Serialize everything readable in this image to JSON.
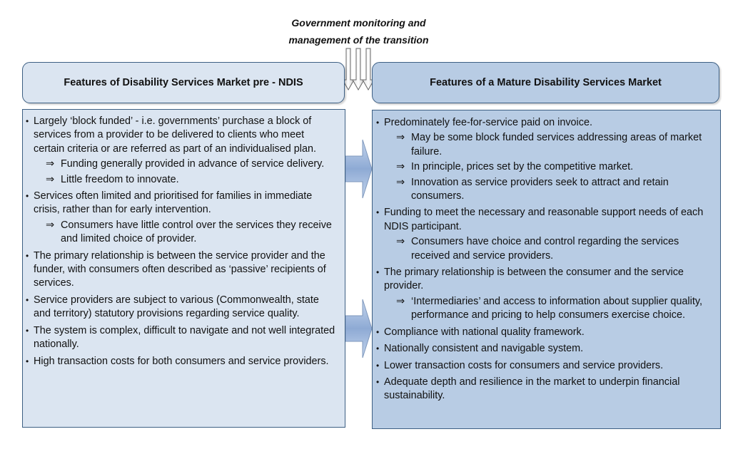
{
  "top": {
    "line1": "Government monitoring and",
    "line2": "management of the transition"
  },
  "left": {
    "title": "Features of Disability Services Market pre - NDIS",
    "items": [
      {
        "text": "Largely ‘block funded’ - i.e. governments’ purchase a block of services from a provider to be delivered to clients who meet certain criteria or are referred as part of an individualised plan.",
        "subs": [
          "Funding generally provided in advance of service delivery.",
          "Little freedom to innovate."
        ]
      },
      {
        "text": "Services often limited and prioritised for families in immediate crisis, rather than for early intervention.",
        "subs": [
          "Consumers have little control over the services they receive and limited choice of provider."
        ]
      },
      {
        "text": "The primary relationship is between the service provider and the funder, with consumers often described as ‘passive’ recipients of services.",
        "subs": []
      },
      {
        "text": "Service providers are subject to various (Commonwealth, state and territory) statutory provisions regarding service quality.",
        "subs": []
      },
      {
        "text": "The system is complex, difficult to navigate and not well integrated nationally.",
        "subs": []
      },
      {
        "text": "High transaction costs for both consumers and service providers.",
        "subs": []
      }
    ]
  },
  "right": {
    "title": "Features of a Mature Disability Services Market",
    "items": [
      {
        "text": "Predominately fee-for-service paid on invoice.",
        "subs": [
          "May be some block funded services  addressing areas of market failure.",
          "In principle, prices set by the competitive market.",
          "Innovation as service providers seek to attract and retain consumers."
        ]
      },
      {
        "text": "Funding to meet the necessary and reasonable support needs of each NDIS participant.",
        "subs": [
          "Consumers have choice and control regarding the services received and service providers."
        ]
      },
      {
        "text": "The primary relationship is between the consumer and the service provider.",
        "subs": [
          "‘Intermediaries’ and access to information about supplier quality, performance and pricing to help consumers exercise choice."
        ]
      },
      {
        "text": "Compliance with national quality framework.",
        "subs": []
      },
      {
        "text": "Nationally consistent and navigable system.",
        "subs": []
      },
      {
        "text": "Lower transaction costs for consumers and  service providers.",
        "subs": []
      },
      {
        "text": "Adequate depth and resilience in the market to underpin financial sustainability.",
        "subs": []
      }
    ]
  },
  "symbols": {
    "bullet": "•",
    "implies": "⇒"
  },
  "colors": {
    "left_fill": "#dbe5f1",
    "right_fill": "#b8cce4",
    "border": "#3d5f83",
    "arrow": "#8eaad4"
  },
  "icons": {
    "down_arrows": "triple-down-arrow-icon",
    "side_arrows": "right-arrow-icon"
  }
}
